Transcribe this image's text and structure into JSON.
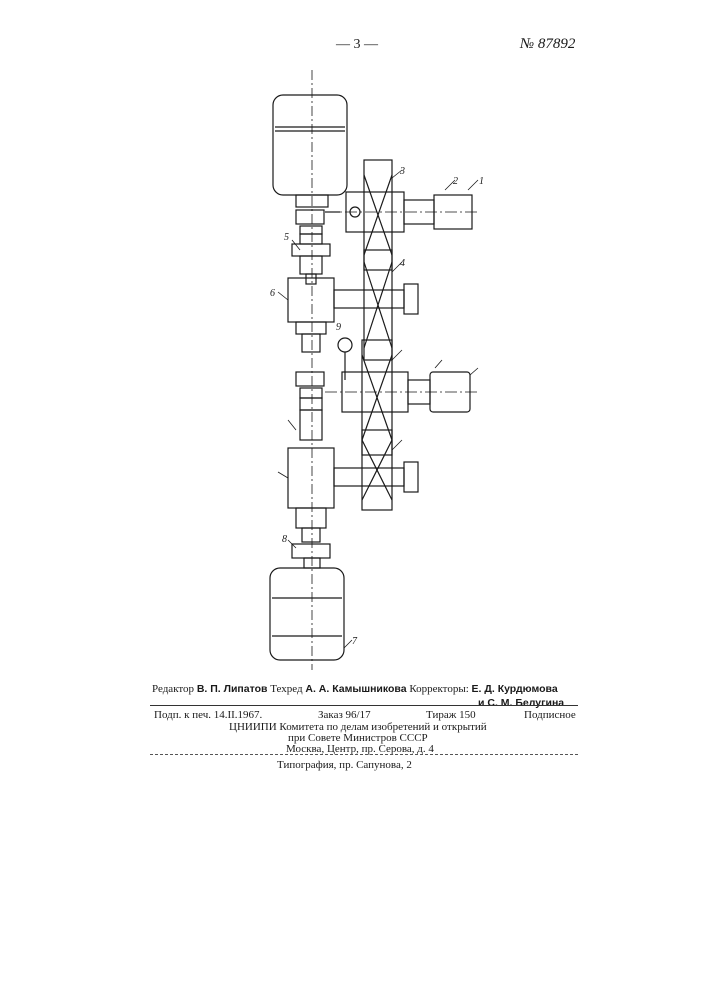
{
  "header": {
    "page_number": "— 3 —",
    "patent_number": "№ 87892"
  },
  "figure": {
    "labels": [
      "1",
      "2",
      "3",
      "4",
      "5",
      "6",
      "7",
      "8",
      "9"
    ]
  },
  "credits": {
    "editor_label": "Редактор",
    "editor_name": "В. П. Липатов",
    "techred_label": "Техред",
    "techred_name": "А. А. Камышникова",
    "correctors_label": "Корректоры:",
    "corrector1": "Е. Д. Курдюмова",
    "corrector2": "и С. М. Белугина"
  },
  "imprint": {
    "signed": "Подп. к печ. 14.II.1967.",
    "order": "Заказ 96/17",
    "circulation": "Тираж 150",
    "subscription": "Подписное",
    "org_line1": "ЦНИИПИ Комитета по делам изобретений и открытий",
    "org_line2": "при Совете Министров СССР",
    "org_line3": "Москва, Центр, пр. Серова, д. 4",
    "printing": "Типография, пр. Сапунова, 2"
  }
}
